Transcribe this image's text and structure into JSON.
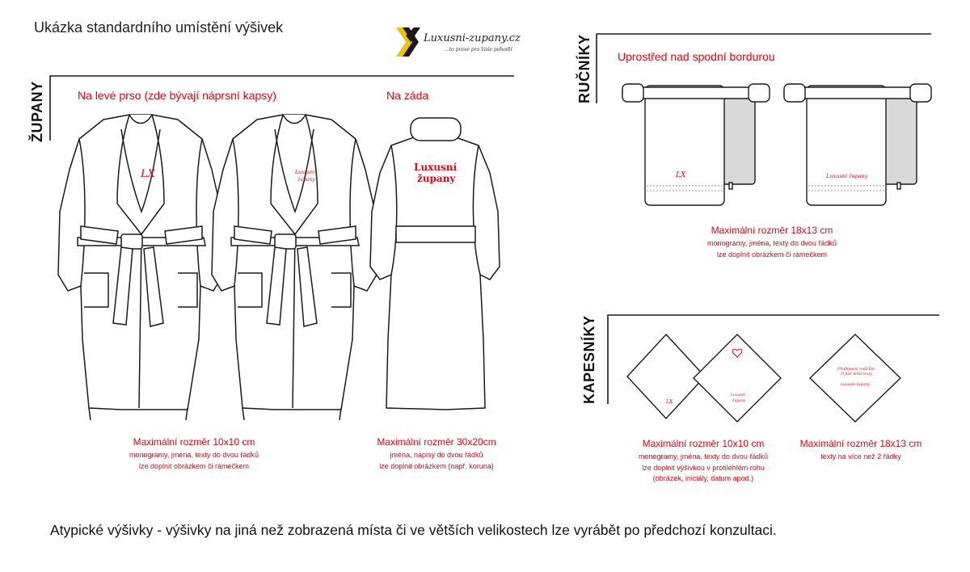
{
  "header": {
    "title": "Ukázka standardního umístění výšivek",
    "logo_text": "Luxusni-zupany.cz",
    "logo_tagline": "...to pravé pro Vaše pohodlí"
  },
  "sections": {
    "zupany": {
      "label": "ŽUPANY",
      "front": {
        "heading": "Na levé prso (zde bývají náprsní kapsy)",
        "monogram": "LX",
        "name_line1": "Luxusní",
        "name_line2": "župany",
        "caption_title": "Maximální rozměr 10x10 cm",
        "caption_line1": "monogramy, jména, texty do dvou řádků",
        "caption_line2": "lze doplnit obrázkem či rámečkem"
      },
      "back": {
        "heading": "Na záda",
        "emb_line1": "Luxusní",
        "emb_line2": "župany",
        "caption_title": "Maximální rozměr 30x20cm",
        "caption_line1": "jména, nápisy do dvou řádků",
        "caption_line2": "lze doplnit obrázkem (např. koruna)"
      }
    },
    "rucniky": {
      "label": "RUČNÍKY",
      "heading": "Uprostřed nad spodní bordurou",
      "monogram": "LX",
      "text_sample": "Luxusní župany",
      "caption_title": "Maximální rozměr 18x13 cm",
      "caption_line1": "monogramy, jména, texty do dvou řádků",
      "caption_line2": "lze doplnit obrázkem či rámečkem"
    },
    "kapesniky": {
      "label": "KAPESNÍKY",
      "monogram": "LX",
      "small_line1": "Luxusní",
      "small_line2": "župany",
      "multi_line1": "Předkposní rodičům",
      "multi_line2": "či jiné delší texty",
      "multi_line3": "Luxusní župany",
      "left_caption": {
        "title": "Maximální rozměr 10x10 cm",
        "line1": "monogramy, jména, texty do dvou řádků",
        "line2": "lze doplnit výšivkou v protilehlém rohu",
        "line3": "(obrázek, iniciály, datum apod.)"
      },
      "right_caption": {
        "title": "Maximální rozměr 18x13 cm",
        "line1": "texty na více než 2 řádky"
      }
    }
  },
  "footer": {
    "text": "Atypické výšivky - výšivky na jiná než zobrazená místa či ve větších velikostech lze vyrábět po předchozí konzultaci."
  },
  "colors": {
    "accent": "#e30613",
    "outline": "#1a1a1a",
    "logo_yellow": "#f2c200",
    "towel_grey": "#d9d9d9"
  }
}
